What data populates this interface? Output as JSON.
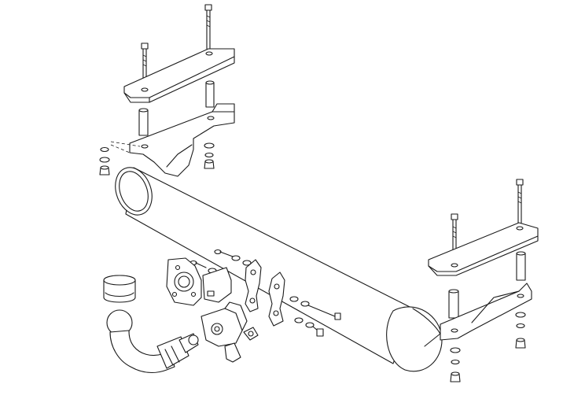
{
  "diagram": {
    "type": "exploded-assembly-drawing",
    "components": [
      "tow-bar-crossbeam",
      "left-mounting-bracket",
      "right-mounting-bracket",
      "left-mounting-plate",
      "right-mounting-plate",
      "tow-ball-neck",
      "tow-ball-cap",
      "electric-socket-plate",
      "coupling-lock-mechanism",
      "bolts-nuts-washers",
      "spacer-sleeves"
    ],
    "colors": {
      "line": "#1a1a1a",
      "background": "#ffffff"
    }
  }
}
